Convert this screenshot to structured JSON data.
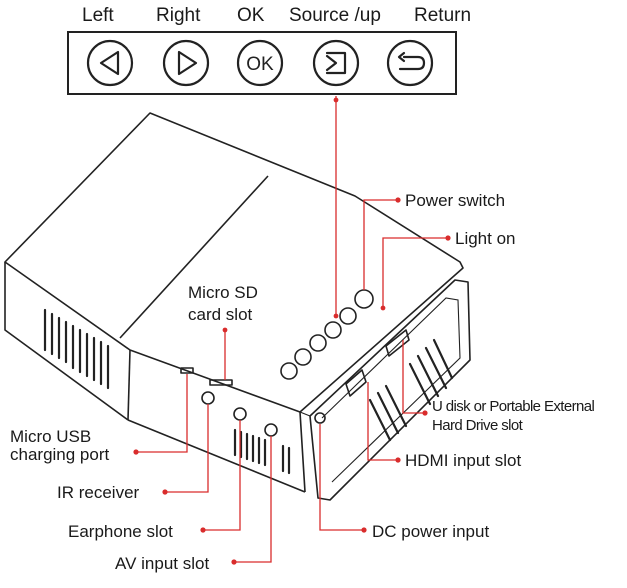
{
  "buttons": {
    "left": "Left",
    "right": "Right",
    "ok": "OK",
    "source_up": "Source /up",
    "return": "Return",
    "ok_glyph": "OK"
  },
  "callouts": {
    "power_switch": "Power switch",
    "light_on": "Light on",
    "micro_sd_line1": "Micro SD",
    "micro_sd_line2": "card slot",
    "u_disk_line1": "U disk or Portable External",
    "u_disk_line2": "Hard Drive slot",
    "hdmi": "HDMI input slot",
    "micro_usb_line1": "Micro USB",
    "micro_usb_line2": "charging port",
    "ir_receiver": "IR receiver",
    "earphone": "Earphone slot",
    "dc_power": "DC power input",
    "av_input": "AV input slot"
  },
  "colors": {
    "leader_line": "#d92c2c",
    "outline": "#222222"
  },
  "icons": [
    "left-triangle-icon",
    "right-triangle-icon",
    "ok-icon",
    "source-icon",
    "return-icon"
  ]
}
